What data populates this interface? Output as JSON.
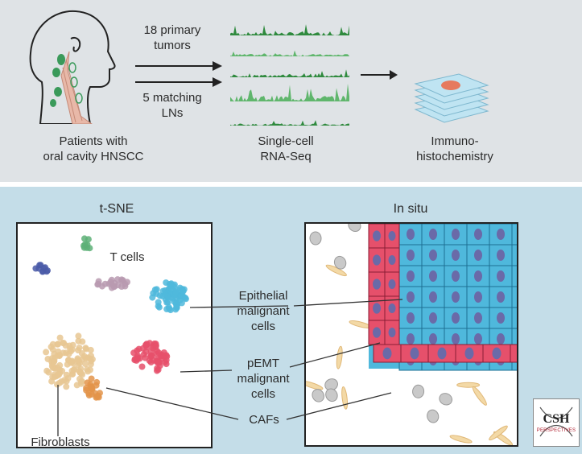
{
  "top": {
    "cohort_tumors": "18 primary tumors",
    "cohort_tumors_lines": [
      "18 primary",
      "tumors"
    ],
    "cohort_lns": "5 matching LNs",
    "cohort_lns_lines": [
      "5 matching",
      "LNs"
    ],
    "patients_lines": [
      "Patients with",
      "oral cavity HNSCC"
    ],
    "scrnaseq_lines": [
      "Single-cell",
      "RNA-Seq"
    ],
    "ihc_lines": [
      "Immuno-",
      "histochemistry"
    ]
  },
  "bottom": {
    "tsne_title": "t-SNE",
    "insitu_title": "In situ",
    "label_tcells": "T cells",
    "label_epithelial_lines": [
      "Epithelial",
      "malignant",
      "cells"
    ],
    "label_pemt_lines": [
      "pEMT",
      "malignant",
      "cells"
    ],
    "label_cafs": "CAFs",
    "label_fibroblasts": "Fibroblasts"
  },
  "logo": {
    "text": "CSH",
    "subtext": "PERSPECTIVES"
  },
  "colors": {
    "top_bg": "#dfe3e6",
    "bottom_bg": "#c4dde8",
    "track_green": "#2f8a3e",
    "epithelial_blue": "#4fb8dc",
    "pemt_pink": "#e6506b",
    "cafs_orange": "#e3944a",
    "fibroblast_tan": "#e7c793",
    "tcell_mauve": "#b89ab0",
    "cluster_navy": "#4a5ba8",
    "cluster_green": "#5db077"
  }
}
